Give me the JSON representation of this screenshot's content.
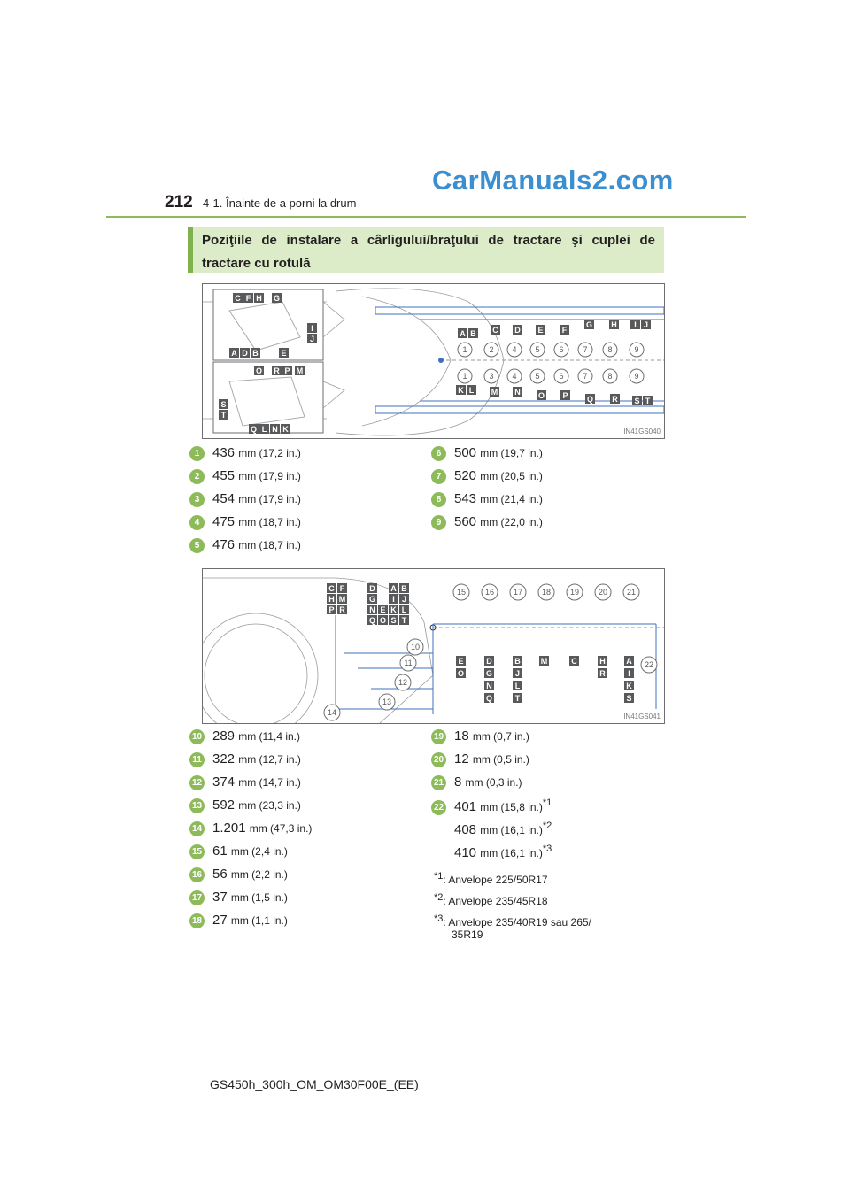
{
  "header": {
    "page_number": "212",
    "chapter": "4-1. Înainte de a porni la drum",
    "watermark": "CarManuals2.com"
  },
  "section_title": "Poziţiile de instalare a cârligului/braţului de tractare şi cuplei de tractare cu rotulă",
  "diagram1": {
    "code": "IN41GS040",
    "inset_top_letters": [
      "C",
      "F",
      "H",
      "G",
      "I",
      "J",
      "A",
      "D",
      "B",
      "E"
    ],
    "inset_bottom_letters": [
      "O",
      "R",
      "P",
      "M",
      "S",
      "T",
      "Q",
      "L",
      "N",
      "K"
    ],
    "top_boxes": [
      "A",
      "B",
      "C",
      "D",
      "E",
      "F",
      "G",
      "H",
      "I",
      "J"
    ],
    "top_numbers": [
      "1",
      "2",
      "4",
      "5",
      "6",
      "7",
      "8",
      "9"
    ],
    "bottom_numbers": [
      "1",
      "3",
      "4",
      "5",
      "6",
      "7",
      "8",
      "9"
    ],
    "bottom_boxes": [
      "K",
      "L",
      "M",
      "N",
      "O",
      "P",
      "Q",
      "R",
      "S",
      "T"
    ]
  },
  "measures1": [
    {
      "n": "1",
      "v": "436",
      "u": "mm (17,2 in.)"
    },
    {
      "n": "2",
      "v": "455",
      "u": "mm (17,9 in.)"
    },
    {
      "n": "3",
      "v": "454",
      "u": "mm (17,9 in.)"
    },
    {
      "n": "4",
      "v": "475",
      "u": "mm (18,7 in.)"
    },
    {
      "n": "5",
      "v": "476",
      "u": "mm (18,7 in.)"
    },
    {
      "n": "6",
      "v": "500",
      "u": "mm (19,7 in.)"
    },
    {
      "n": "7",
      "v": "520",
      "u": "mm (20,5 in.)"
    },
    {
      "n": "8",
      "v": "543",
      "u": "mm (21,4 in.)"
    },
    {
      "n": "9",
      "v": "560",
      "u": "mm (22,0 in.)"
    }
  ],
  "diagram2": {
    "code": "IN41GS041",
    "top_numbers": [
      "15",
      "16",
      "17",
      "18",
      "19",
      "20",
      "21"
    ],
    "left_numbers": [
      "10",
      "11",
      "12",
      "13",
      "14"
    ],
    "right_number": "22",
    "letter_grid": [
      [
        "C",
        "F",
        "D",
        "A",
        "B"
      ],
      [
        "H",
        "M",
        "G",
        "I",
        "J"
      ],
      [
        "P",
        "R",
        "N",
        "E",
        "K",
        "L"
      ],
      [
        "Q",
        "O",
        "S",
        "T"
      ]
    ],
    "under_letters": [
      [
        "E",
        "O"
      ],
      [
        "D",
        "G",
        "N",
        "Q"
      ],
      [
        "B",
        "J",
        "L",
        "T"
      ],
      [
        "M"
      ],
      [
        "C"
      ],
      [
        "H",
        "R"
      ],
      [
        "A",
        "I",
        "K",
        "S"
      ]
    ]
  },
  "measures2": [
    {
      "n": "10",
      "v": "289",
      "u": "mm (11,4 in.)"
    },
    {
      "n": "11",
      "v": "322",
      "u": "mm (12,7 in.)"
    },
    {
      "n": "12",
      "v": "374",
      "u": "mm (14,7 in.)"
    },
    {
      "n": "13",
      "v": "592",
      "u": "mm (23,3 in.)"
    },
    {
      "n": "14",
      "v": "1.201",
      "u": "mm (47,3 in.)"
    },
    {
      "n": "15",
      "v": "61",
      "u": "mm (2,4 in.)"
    },
    {
      "n": "16",
      "v": "56",
      "u": "mm (2,2 in.)"
    },
    {
      "n": "17",
      "v": "37",
      "u": "mm (1,5 in.)"
    },
    {
      "n": "18",
      "v": "27",
      "u": "mm (1,1 in.)"
    },
    {
      "n": "19",
      "v": "18",
      "u": "mm (0,7 in.)"
    },
    {
      "n": "20",
      "v": "12",
      "u": "mm (0,5 in.)"
    },
    {
      "n": "21",
      "v": "8",
      "u": "mm (0,3 in.)"
    }
  ],
  "measure22": [
    {
      "v": "401",
      "u": "mm (15,8 in.)",
      "s": "*1"
    },
    {
      "v": "408",
      "u": "mm (16,1 in.)",
      "s": "*2"
    },
    {
      "v": "410",
      "u": "mm (16,1 in.)",
      "s": "*3"
    }
  ],
  "measure22_badge": "22",
  "notes": [
    {
      "k": "*1",
      "t": ": Anvelope 225/50R17"
    },
    {
      "k": "*2",
      "t": ": Anvelope 235/45R18"
    },
    {
      "k": "*3",
      "t": ": Anvelope 235/40R19 sau 265/"
    }
  ],
  "note3_cont": "35R19",
  "footer": "GS450h_300h_OM_OM30F00E_(EE)"
}
